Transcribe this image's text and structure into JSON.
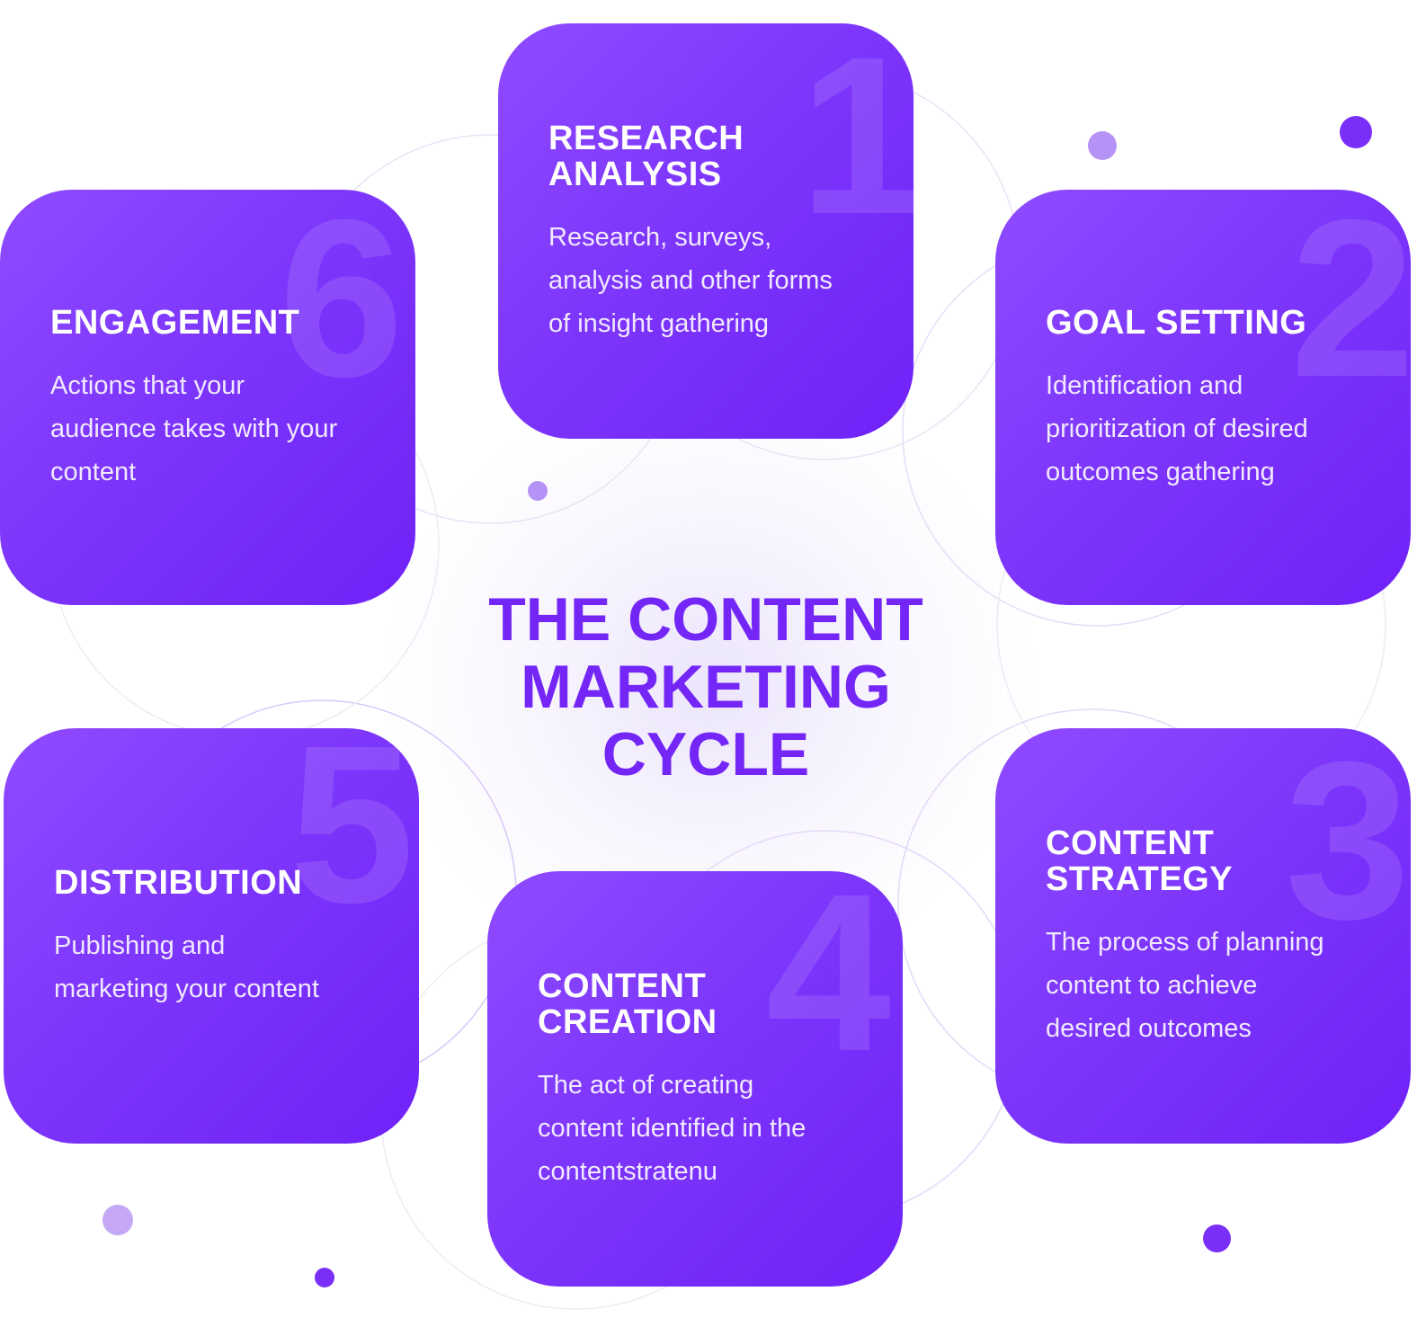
{
  "center_title": "THE CONTENT MARKETING CYCLE",
  "colors": {
    "card": "#7d36fb",
    "title": "#7326f5",
    "dot_dark": "#7a2ef7",
    "dot_light": "#b592f5"
  },
  "cards": [
    {
      "number": "1",
      "title_line1": "RESEARCH",
      "title_line2": "ANALYSIS",
      "desc_line1": "Research, surveys,",
      "desc_line2": "analysis and other forms",
      "desc_line3": "of insight gathering"
    },
    {
      "number": "2",
      "title_line1": "GOAL SETTING",
      "desc_line1": "Identification and",
      "desc_line2": "prioritization of desired",
      "desc_line3": "outcomes gathering"
    },
    {
      "number": "3",
      "title_line1": "CONTENT",
      "title_line2": "STRATEGY",
      "desc_line1": "The process of planning",
      "desc_line2": "content to achieve",
      "desc_line3": "desired outcomes"
    },
    {
      "number": "4",
      "title_line1": "CONTENT",
      "title_line2": "CREATION",
      "desc_line1": "The act of creating",
      "desc_line2": "content identified in the",
      "desc_line3": "contentstratenu"
    },
    {
      "number": "5",
      "title_line1": "DISTRIBUTION",
      "desc_line1": "Publishing and",
      "desc_line2": "marketing your content"
    },
    {
      "number": "6",
      "title_line1": "ENGAGEMENT",
      "desc_line1": "Actions that your",
      "desc_line2": "audience takes with your",
      "desc_line3": "content"
    }
  ]
}
